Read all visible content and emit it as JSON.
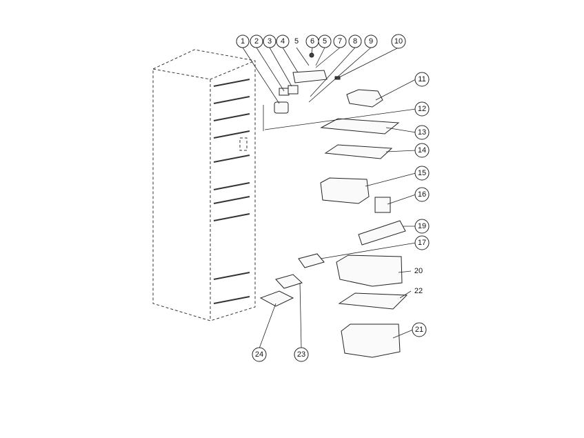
{
  "callouts": [
    "1",
    "2",
    "3",
    "4",
    "5",
    "6",
    "5",
    "7",
    "8",
    "9",
    "10",
    "11",
    "12",
    "13",
    "14",
    "15",
    "16",
    "19",
    "17",
    "20",
    "22",
    "21",
    "24",
    "23"
  ]
}
